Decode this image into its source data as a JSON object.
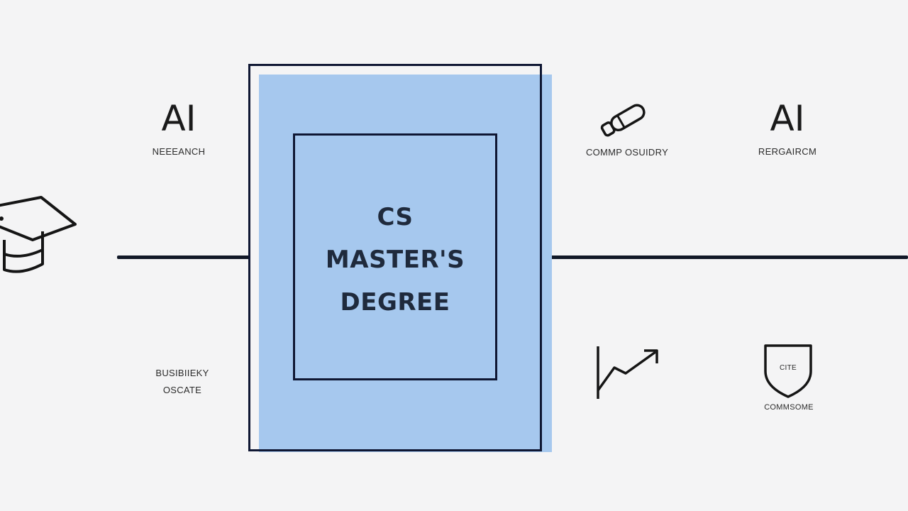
{
  "diagram": {
    "center": {
      "title_lines": [
        "CS",
        "MASTER'S",
        "DEGREE"
      ]
    },
    "left_top": {
      "heading": "AI",
      "caption": "NEEEANCH"
    },
    "left_bottom": {
      "caption_lines": [
        "BUSIBIIEKY",
        "OSCATE"
      ]
    },
    "right_top_1": {
      "icon": "telescope-icon",
      "caption": "COMMP OSUIDRY"
    },
    "right_top_2": {
      "heading": "AI",
      "caption": "RERGAIRCM"
    },
    "right_bottom_1": {
      "icon": "trend-arrow-icon"
    },
    "right_bottom_2": {
      "icon": "shield-icon",
      "badge_text": "CITE",
      "caption": "COMMSOME"
    },
    "left_edge": {
      "icon": "graduation-cap-icon"
    },
    "colors": {
      "box_fill": "#a6c8ee",
      "stroke": "#0f1733",
      "background": "#f4f4f5"
    }
  }
}
